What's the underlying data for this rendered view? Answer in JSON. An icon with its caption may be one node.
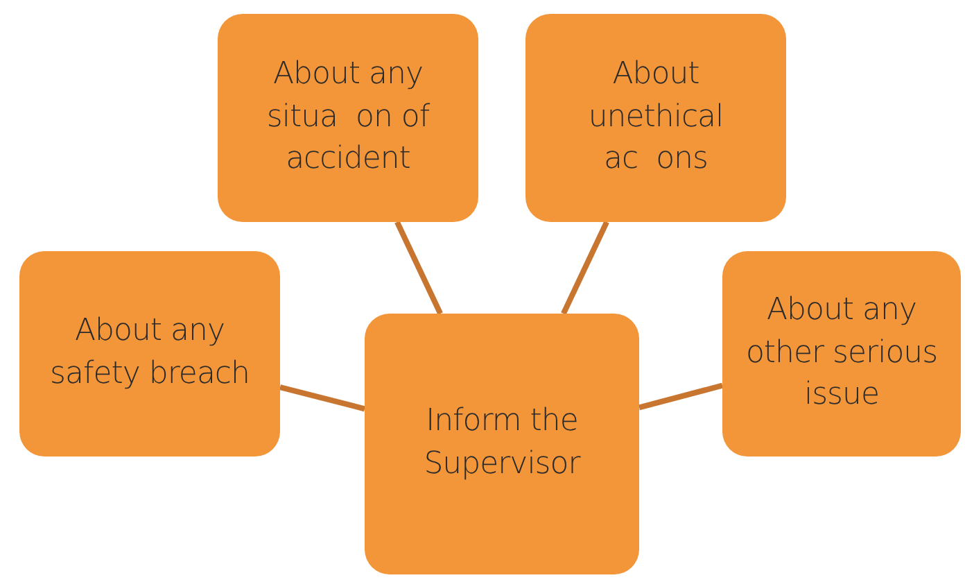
{
  "diagram": {
    "nodes": [
      {
        "text": [
          "Inform the Supervisor"
        ]
      },
      {
        "text": [
          "About any safety breach"
        ]
      },
      {
        "text": [
          "About any situa  on of accident"
        ]
      },
      {
        "text": [
          "About unethical ac  ons"
        ]
      },
      {
        "text": [
          "About any other serious issue"
        ]
      }
    ],
    "edges": [
      {
        "from": 0,
        "to": 1,
        "arrow": "none"
      },
      {
        "from": 0,
        "to": 2,
        "arrow": "none"
      },
      {
        "from": 0,
        "to": 3,
        "arrow": "none"
      },
      {
        "from": 0,
        "to": 4,
        "arrow": "none"
      }
    ]
  }
}
